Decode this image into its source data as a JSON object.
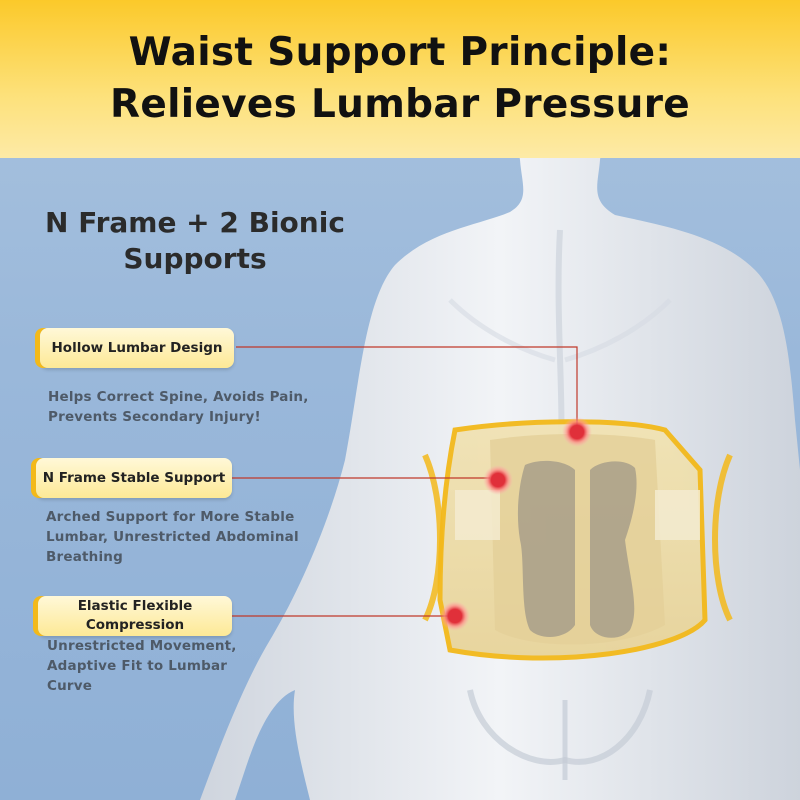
{
  "header": {
    "title_line1": "Waist Support Principle:",
    "title_line2": "Relieves Lumbar Pressure"
  },
  "subtitle": "N Frame + 2 Bionic Supports",
  "features": [
    {
      "label": "Hollow Lumbar Design",
      "desc_lines": [
        "Helps Correct Spine, Avoids Pain,",
        "Prevents Secondary Injury!"
      ]
    },
    {
      "label": "N Frame Stable Support",
      "desc_lines": [
        "Arched Support for More Stable",
        "Lumbar, Unrestricted Abdominal",
        "Breathing"
      ]
    },
    {
      "label_lines": [
        "Elastic Flexible",
        "Compression"
      ],
      "desc_lines": [
        "Unrestricted Movement,",
        "Adaptive Fit to Lumbar",
        "Curve"
      ]
    }
  ],
  "colors": {
    "header_yellow": "#fbc92a",
    "accent": "#f3b91a",
    "marker_red": "#e0303a",
    "background_blue": "#9ab8da"
  }
}
